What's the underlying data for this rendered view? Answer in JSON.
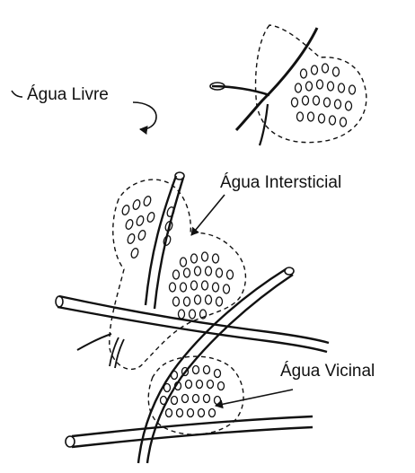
{
  "labels": {
    "free_water": "Água Livre",
    "interstitial_water": "Água Intersticial",
    "vicinal_water": "Água Vicinal"
  },
  "colors": {
    "ink": "#111111",
    "background": "#ffffff"
  }
}
